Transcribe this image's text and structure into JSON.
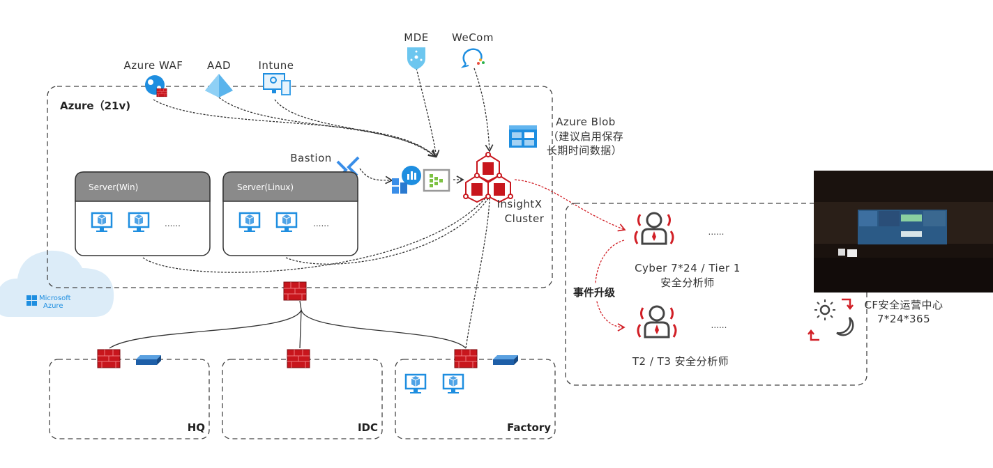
{
  "azure_group": {
    "title": "Azure（21v)"
  },
  "top_services": {
    "waf": "Azure WAF",
    "aad": "AAD",
    "intune": "Intune",
    "mde": "MDE",
    "wecom": "WeCom"
  },
  "blob": {
    "line1": "Azure Blob",
    "line2": "（建议启用保存",
    "line3": "长期时间数据）"
  },
  "bastion": "Bastion",
  "cluster": {
    "line1": "InsightX",
    "line2": "Cluster"
  },
  "servers": [
    {
      "title": "Server(Win)",
      "more": "......"
    },
    {
      "title": "Server(Linux)",
      "more": "......"
    }
  ],
  "cloud_logo": {
    "line1": "Microsoft",
    "line2": "Azure"
  },
  "sites": [
    "HQ",
    "IDC",
    "Factory"
  ],
  "soc": {
    "tier1_line1": "Cyber 7*24 / Tier 1",
    "tier1_line2": "安全分析师",
    "tier1_more": "......",
    "tier23": "T2 / T3 安全分析师",
    "tier23_more": "......",
    "escalation": "事件升级",
    "center_line1": "CF安全运营中心",
    "center_line2": "7*24*365"
  },
  "colors": {
    "accent_red": "#d11f26",
    "azure_blue": "#1e8ee0",
    "server_header": "#8a8a8a"
  }
}
